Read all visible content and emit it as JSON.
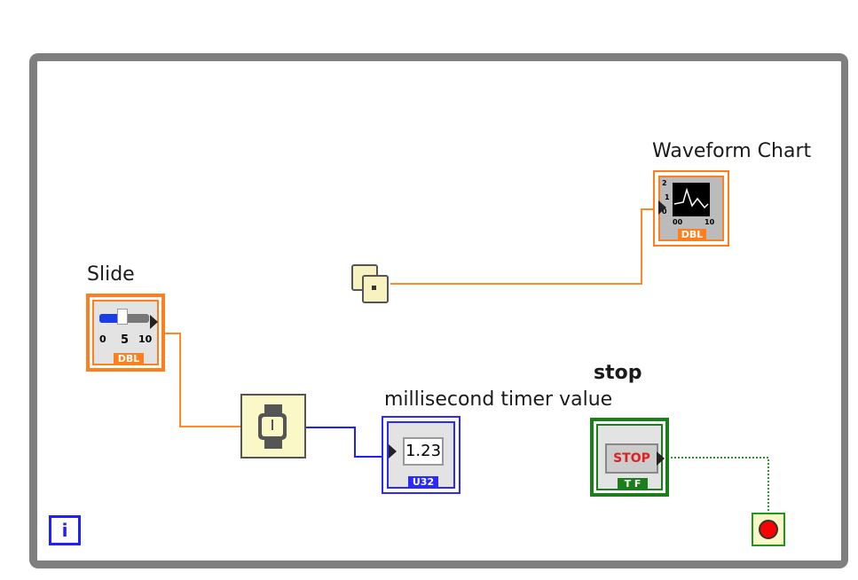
{
  "diagram": {
    "loop": {
      "type": "while-loop",
      "iteration_icon": "i",
      "border_color": "#7f7f7f"
    },
    "controls": {
      "slide": {
        "label": "Slide",
        "type_tag": "DBL",
        "scale": [
          "0",
          "5",
          "10"
        ],
        "color": "#ff7f1e"
      },
      "stop": {
        "label": "stop",
        "button_text": "STOP",
        "type_tag": "T F",
        "color": "#1a7f1a"
      }
    },
    "indicators": {
      "waveform_chart": {
        "label": "Waveform Chart",
        "type_tag": "DBL",
        "icon_scale_y": [
          "2",
          "1",
          "0"
        ],
        "icon_scale_x": [
          "00",
          "10"
        ],
        "color": "#ff7f1e"
      },
      "timer_value": {
        "label": "millisecond timer value",
        "display": "1.23",
        "type_tag": "U32",
        "color": "#2a2aff"
      }
    },
    "functions": {
      "wait_ms": {
        "icon": "wristwatch-icon"
      },
      "random_number": {
        "icon": "dice-icon"
      },
      "loop_condition": {
        "icon": "stop-sign-icon"
      }
    }
  }
}
